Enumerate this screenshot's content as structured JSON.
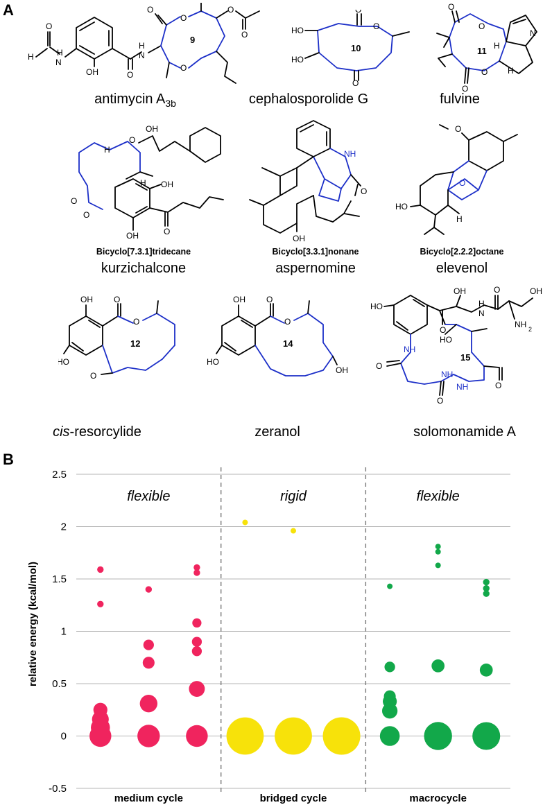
{
  "panel_a": {
    "label": "A",
    "molecules": [
      {
        "name_prefix": "antimycin A",
        "name_sub": "3b",
        "number": "9"
      },
      {
        "name": "cephalosporolide G",
        "number": "10"
      },
      {
        "name": "fulvine",
        "number": "11"
      },
      {
        "name": "kurzichalcone",
        "bicyclo": "Bicyclo[7.3.1]tridecane"
      },
      {
        "name": "aspernomine",
        "bicyclo": "Bicyclo[3.3.1]nonane"
      },
      {
        "name": "elevenol",
        "bicyclo": "Bicyclo[2.2.2]octane"
      },
      {
        "name_italic": "cis",
        "name_rest": "-resorcylide",
        "number": "12"
      },
      {
        "name": "zeranol",
        "number": "14"
      },
      {
        "name": "solomonamide A",
        "number": "15"
      }
    ]
  },
  "panel_b": {
    "label": "B"
  },
  "chart_data": {
    "type": "scatter",
    "ylabel": "relative energy (kcal/mol)",
    "ylim": [
      -0.5,
      2.5
    ],
    "yticks": [
      "2.5",
      "2",
      "1.5",
      "1",
      "0.5",
      "0",
      "-0.5"
    ],
    "ytick_values": [
      2.5,
      2,
      1.5,
      1,
      0.5,
      0,
      -0.5
    ],
    "grid": "horizontal",
    "groups": [
      {
        "label": "medium cycle",
        "annotation": "flexible",
        "color": "#f0245e"
      },
      {
        "label": "bridged cycle",
        "annotation": "rigid",
        "color": "#f7e20a"
      },
      {
        "label": "macrocycle",
        "annotation": "flexible",
        "color": "#12a84a"
      }
    ],
    "series": [
      {
        "group": 0,
        "energies": [
          0,
          0.08,
          0.16,
          0.25,
          1.26,
          1.59
        ],
        "weights": [
          0.34,
          0.26,
          0.2,
          0.14,
          0.03,
          0.03
        ]
      },
      {
        "group": 0,
        "energies": [
          0,
          0.31,
          0.7,
          0.87,
          1.4
        ],
        "weights": [
          0.36,
          0.22,
          0.1,
          0.08,
          0.03
        ]
      },
      {
        "group": 0,
        "energies": [
          0,
          0.45,
          0.81,
          0.9,
          1.08,
          1.56,
          1.61
        ],
        "weights": [
          0.34,
          0.18,
          0.07,
          0.07,
          0.06,
          0.03,
          0.03
        ]
      },
      {
        "group": 1,
        "energies": [
          0,
          2.04
        ],
        "weights": [
          0.99,
          0.01
        ]
      },
      {
        "group": 1,
        "energies": [
          0,
          1.96
        ],
        "weights": [
          0.99,
          0.01
        ]
      },
      {
        "group": 1,
        "energies": [
          0
        ],
        "weights": [
          1.0
        ]
      },
      {
        "group": 2,
        "energies": [
          0,
          0.24,
          0.33,
          0.38,
          0.66,
          1.43
        ],
        "weights": [
          0.28,
          0.17,
          0.14,
          0.1,
          0.08,
          0.02
        ]
      },
      {
        "group": 2,
        "energies": [
          0,
          0.67,
          1.63,
          1.76,
          1.81
        ],
        "weights": [
          0.56,
          0.12,
          0.02,
          0.02,
          0.02
        ]
      },
      {
        "group": 2,
        "energies": [
          0,
          0.63,
          1.36,
          1.41,
          1.47
        ],
        "weights": [
          0.55,
          0.12,
          0.03,
          0.03,
          0.03
        ]
      }
    ]
  }
}
